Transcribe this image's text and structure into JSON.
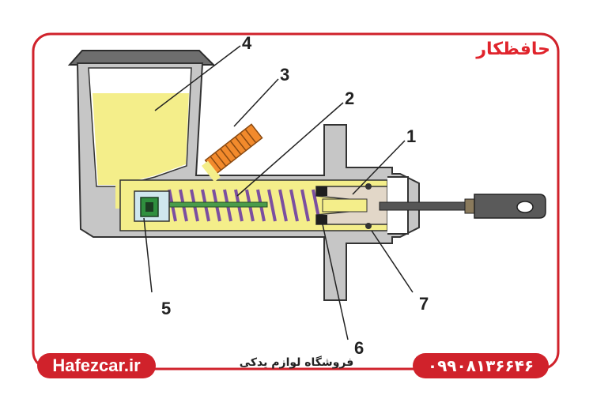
{
  "brand": {
    "logo_text": "حافظکار",
    "accent_color": "#d0222b"
  },
  "footer": {
    "website": "Hafezcar.ir",
    "store_name": "فروشگاه لوازم یدکی",
    "phone": "۰۹۹۰۸۱۳۶۶۴۶"
  },
  "diagram": {
    "callouts": [
      "1",
      "2",
      "3",
      "4",
      "5",
      "6",
      "7"
    ],
    "fluid_color": "#f4ee8a",
    "body_color": "#c6c6c6",
    "spring_color": "#7b4fa0",
    "fitting_color": "#f28a2c",
    "piston_color": "#e2d7c8"
  }
}
